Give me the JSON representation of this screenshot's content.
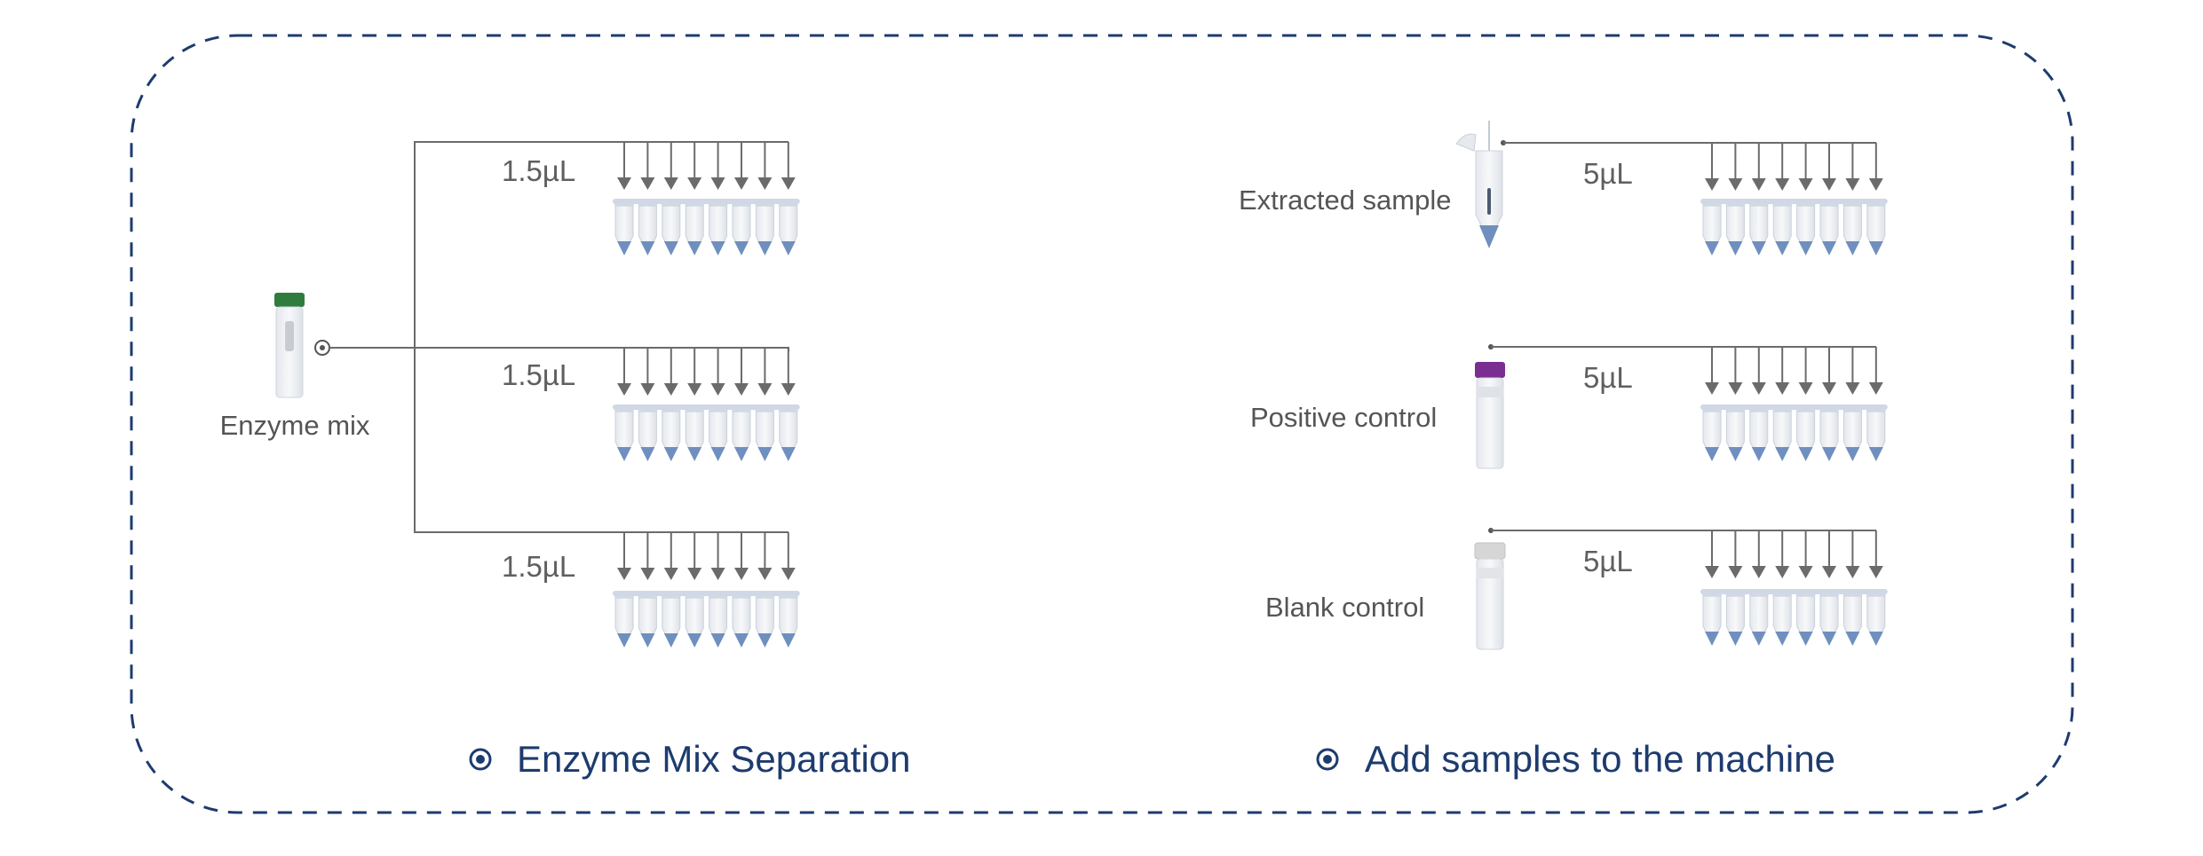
{
  "colors": {
    "frame": "#1d3b6e",
    "caption": "#1d3b6e",
    "line": "#6b6b6b",
    "tube_tip": "#6f8fbf",
    "enzyme_cap": "#2e7d3e",
    "positive_cap": "#7a2e91",
    "blank_cap": "#d6d6d6"
  },
  "left_panel": {
    "source_label": "Enzyme mix",
    "volumes": [
      "1.5µL",
      "1.5µL",
      "1.5µL"
    ],
    "caption": "Enzyme Mix Separation",
    "strip_tube_count": 8
  },
  "right_panel": {
    "sources": [
      {
        "label": "Extracted sample",
        "volume": "5µL"
      },
      {
        "label": "Positive control",
        "volume": "5µL"
      },
      {
        "label": "Blank control",
        "volume": "5µL"
      }
    ],
    "caption": "Add samples to the machine",
    "strip_tube_count": 8
  },
  "icons": [
    "bullet-icon",
    "tube-icon",
    "arrow-down-icon",
    "pipette-tip-icon"
  ]
}
